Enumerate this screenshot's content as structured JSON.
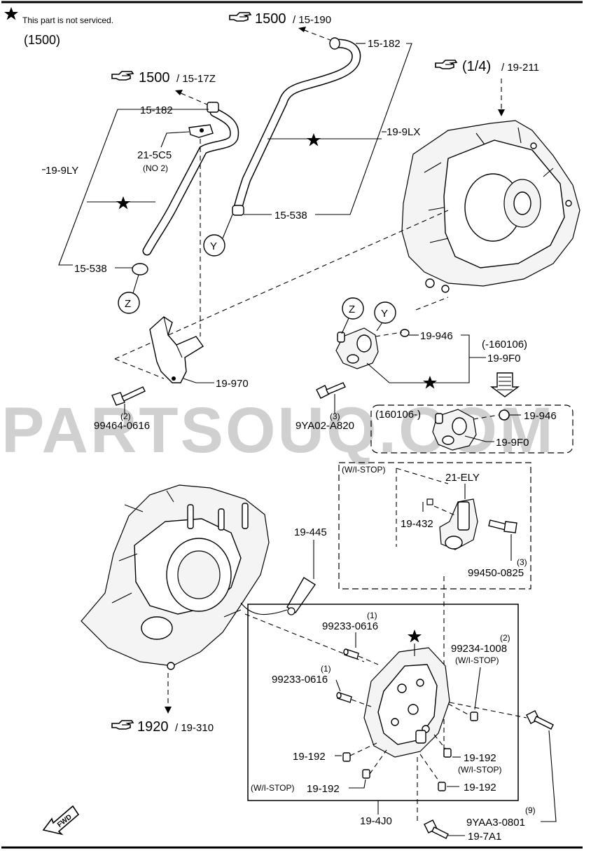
{
  "note": {
    "star_text": "This part is not serviced.",
    "model_code": "(1500)"
  },
  "refs": [
    {
      "id": "ref-1500-190",
      "main": "1500",
      "sub": "/ 15-190"
    },
    {
      "id": "ref-1500-17z",
      "main": "1500",
      "sub": "/ 15-17Z"
    },
    {
      "id": "ref-1-4-211",
      "main": "(1/4)",
      "sub": "/ 19-211"
    },
    {
      "id": "ref-1920-310",
      "main": "1920",
      "sub": "/ 19-310"
    }
  ],
  "labels": {
    "p15182a": "15-182",
    "p15182b": "15-182",
    "p199lx": "19-9LX",
    "p199ly": "19-9LY",
    "p215c5": "21-5C5",
    "p215c5n": "(NO 2)",
    "p15538a": "15-538",
    "p15538b": "15-538",
    "y1": "Y",
    "z1": "Z",
    "y2": "Y",
    "z2": "Z",
    "p19970": "19-970",
    "p19946a": "19-946",
    "p160106a": "(-160106)",
    "p199f0a": "19-9F0",
    "qty2a": "(2)",
    "p99464": "99464-0616",
    "qty3a": "(3)",
    "p9ya02": "9YA02-A820",
    "p160106b": "(160106-)",
    "p19946b": "19-946",
    "p199f0b": "19-9F0",
    "wistop1": "(W/I-STOP)",
    "p21ely": "21-ELY",
    "p19432": "19-432",
    "qty3b": "(3)",
    "p99450": "99450-0825",
    "p19445": "19-445",
    "qty1a": "(1)",
    "p99233a": "99233-0616",
    "qty1b": "(1)",
    "p99233b": "99233-0616",
    "qty2b": "(2)",
    "p99234": "99234-1008",
    "wistop2": "(W/I-STOP)",
    "p19192a": "19-192",
    "p19192b": "19-192",
    "wistop3": "(W/I-STOP)",
    "wistop4": "(W/I-STOP)",
    "p19192c": "19-192",
    "p19192d": "19-192",
    "p194j0": "19-4J0",
    "qty9": "(9)",
    "p9yaa3": "9YAA3-0801",
    "p197a1": "19-7A1",
    "fwd": "FWD"
  },
  "watermark": "PARTSOUQ.COM"
}
